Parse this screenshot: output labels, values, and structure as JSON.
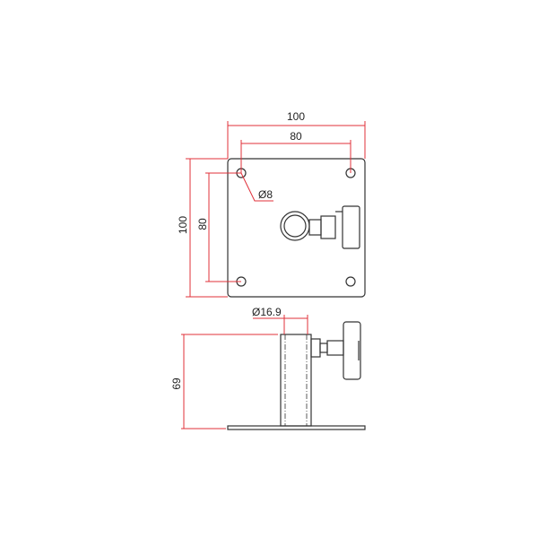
{
  "dimensions": {
    "plate_width": "100",
    "hole_spacing_horizontal": "80",
    "plate_height": "100",
    "hole_spacing_vertical": "80",
    "hole_diameter": "Ø8",
    "tube_diameter": "Ø16.9",
    "total_height": "69"
  },
  "colors": {
    "dimension_lines": "#e0303a",
    "object_lines": "#333333"
  }
}
